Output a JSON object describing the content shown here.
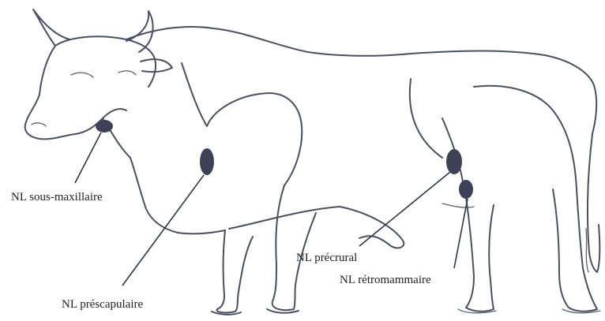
{
  "labels": {
    "sous_maxillaire": "NL sous-maxillaire",
    "prescapulaire": "NL préscapulaire",
    "precrural": "NL précrural",
    "retromammaire": "NL rétromammaire"
  },
  "colors": {
    "outline": "#4a4f63",
    "lymph_node": "#3d4257",
    "leader": "#2f3447",
    "text": "#222222"
  }
}
